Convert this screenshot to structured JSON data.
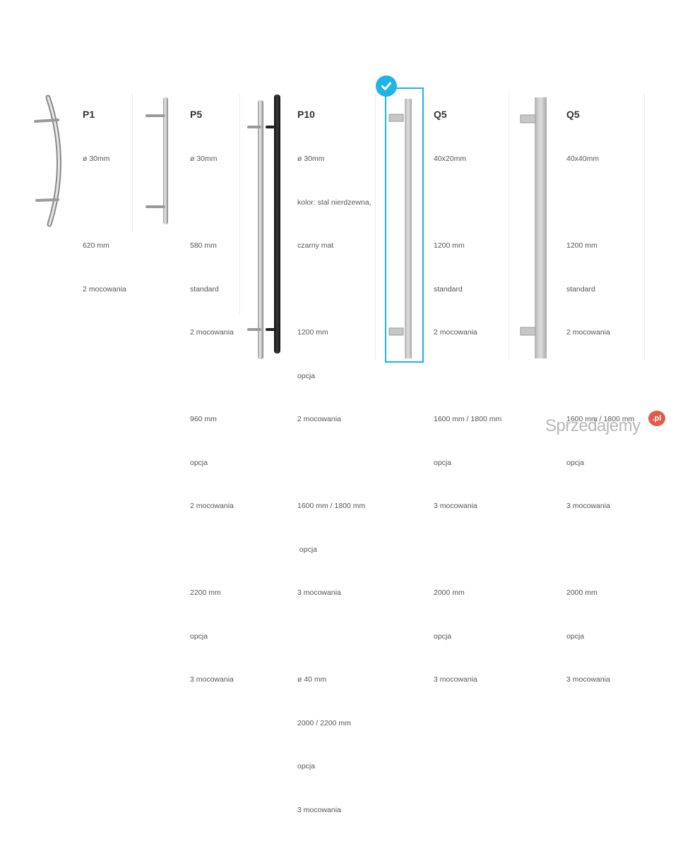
{
  "products": [
    {
      "name": "P1",
      "specs": [
        "ø 30mm",
        "",
        "620 mm",
        "2 mocowania"
      ]
    },
    {
      "name": "P5",
      "specs": [
        "ø 30mm",
        "",
        "580 mm",
        "standard",
        "2 mocowania",
        "",
        "960 mm",
        "opcja",
        "2 mocowania",
        "",
        "2200 mm",
        "opcja",
        "3 mocowania"
      ]
    },
    {
      "name": "P10",
      "specs": [
        "ø 30mm",
        "kolor: stal nierdzewna,",
        "czarny mat",
        "",
        "1200 mm",
        "opcja",
        "2 mocowania",
        "",
        "1600 mm / 1800 mm",
        " opcja",
        "3 mocowania",
        "",
        "ø 40 mm",
        "2000 / 2200 mm",
        "opcja",
        "3 mocowania"
      ]
    },
    {
      "name": "Q5",
      "specs": [
        "40x20mm",
        "",
        "1200 mm",
        "standard",
        "2 mocowania",
        "",
        "1600 mm / 1800 mm",
        "opcja",
        "3 mocowania",
        "",
        "2000 mm",
        "opcja",
        "3 mocowania"
      ],
      "selected": true
    },
    {
      "name": "Q5",
      "specs": [
        "40x40mm",
        "",
        "1200 mm",
        "standard",
        "2 mocowania",
        "",
        "1600 mm / 1800 mm",
        "opcja",
        "3 mocowania",
        "",
        "2000 mm",
        "opcja",
        "3 mocowania"
      ]
    }
  ],
  "selection": {
    "accent_color": "#1fb3e6",
    "icon": "check-icon"
  },
  "watermark": {
    "text": "Sprzedajemy",
    "badge": ".pl",
    "badge_color": "#e25b4b"
  }
}
